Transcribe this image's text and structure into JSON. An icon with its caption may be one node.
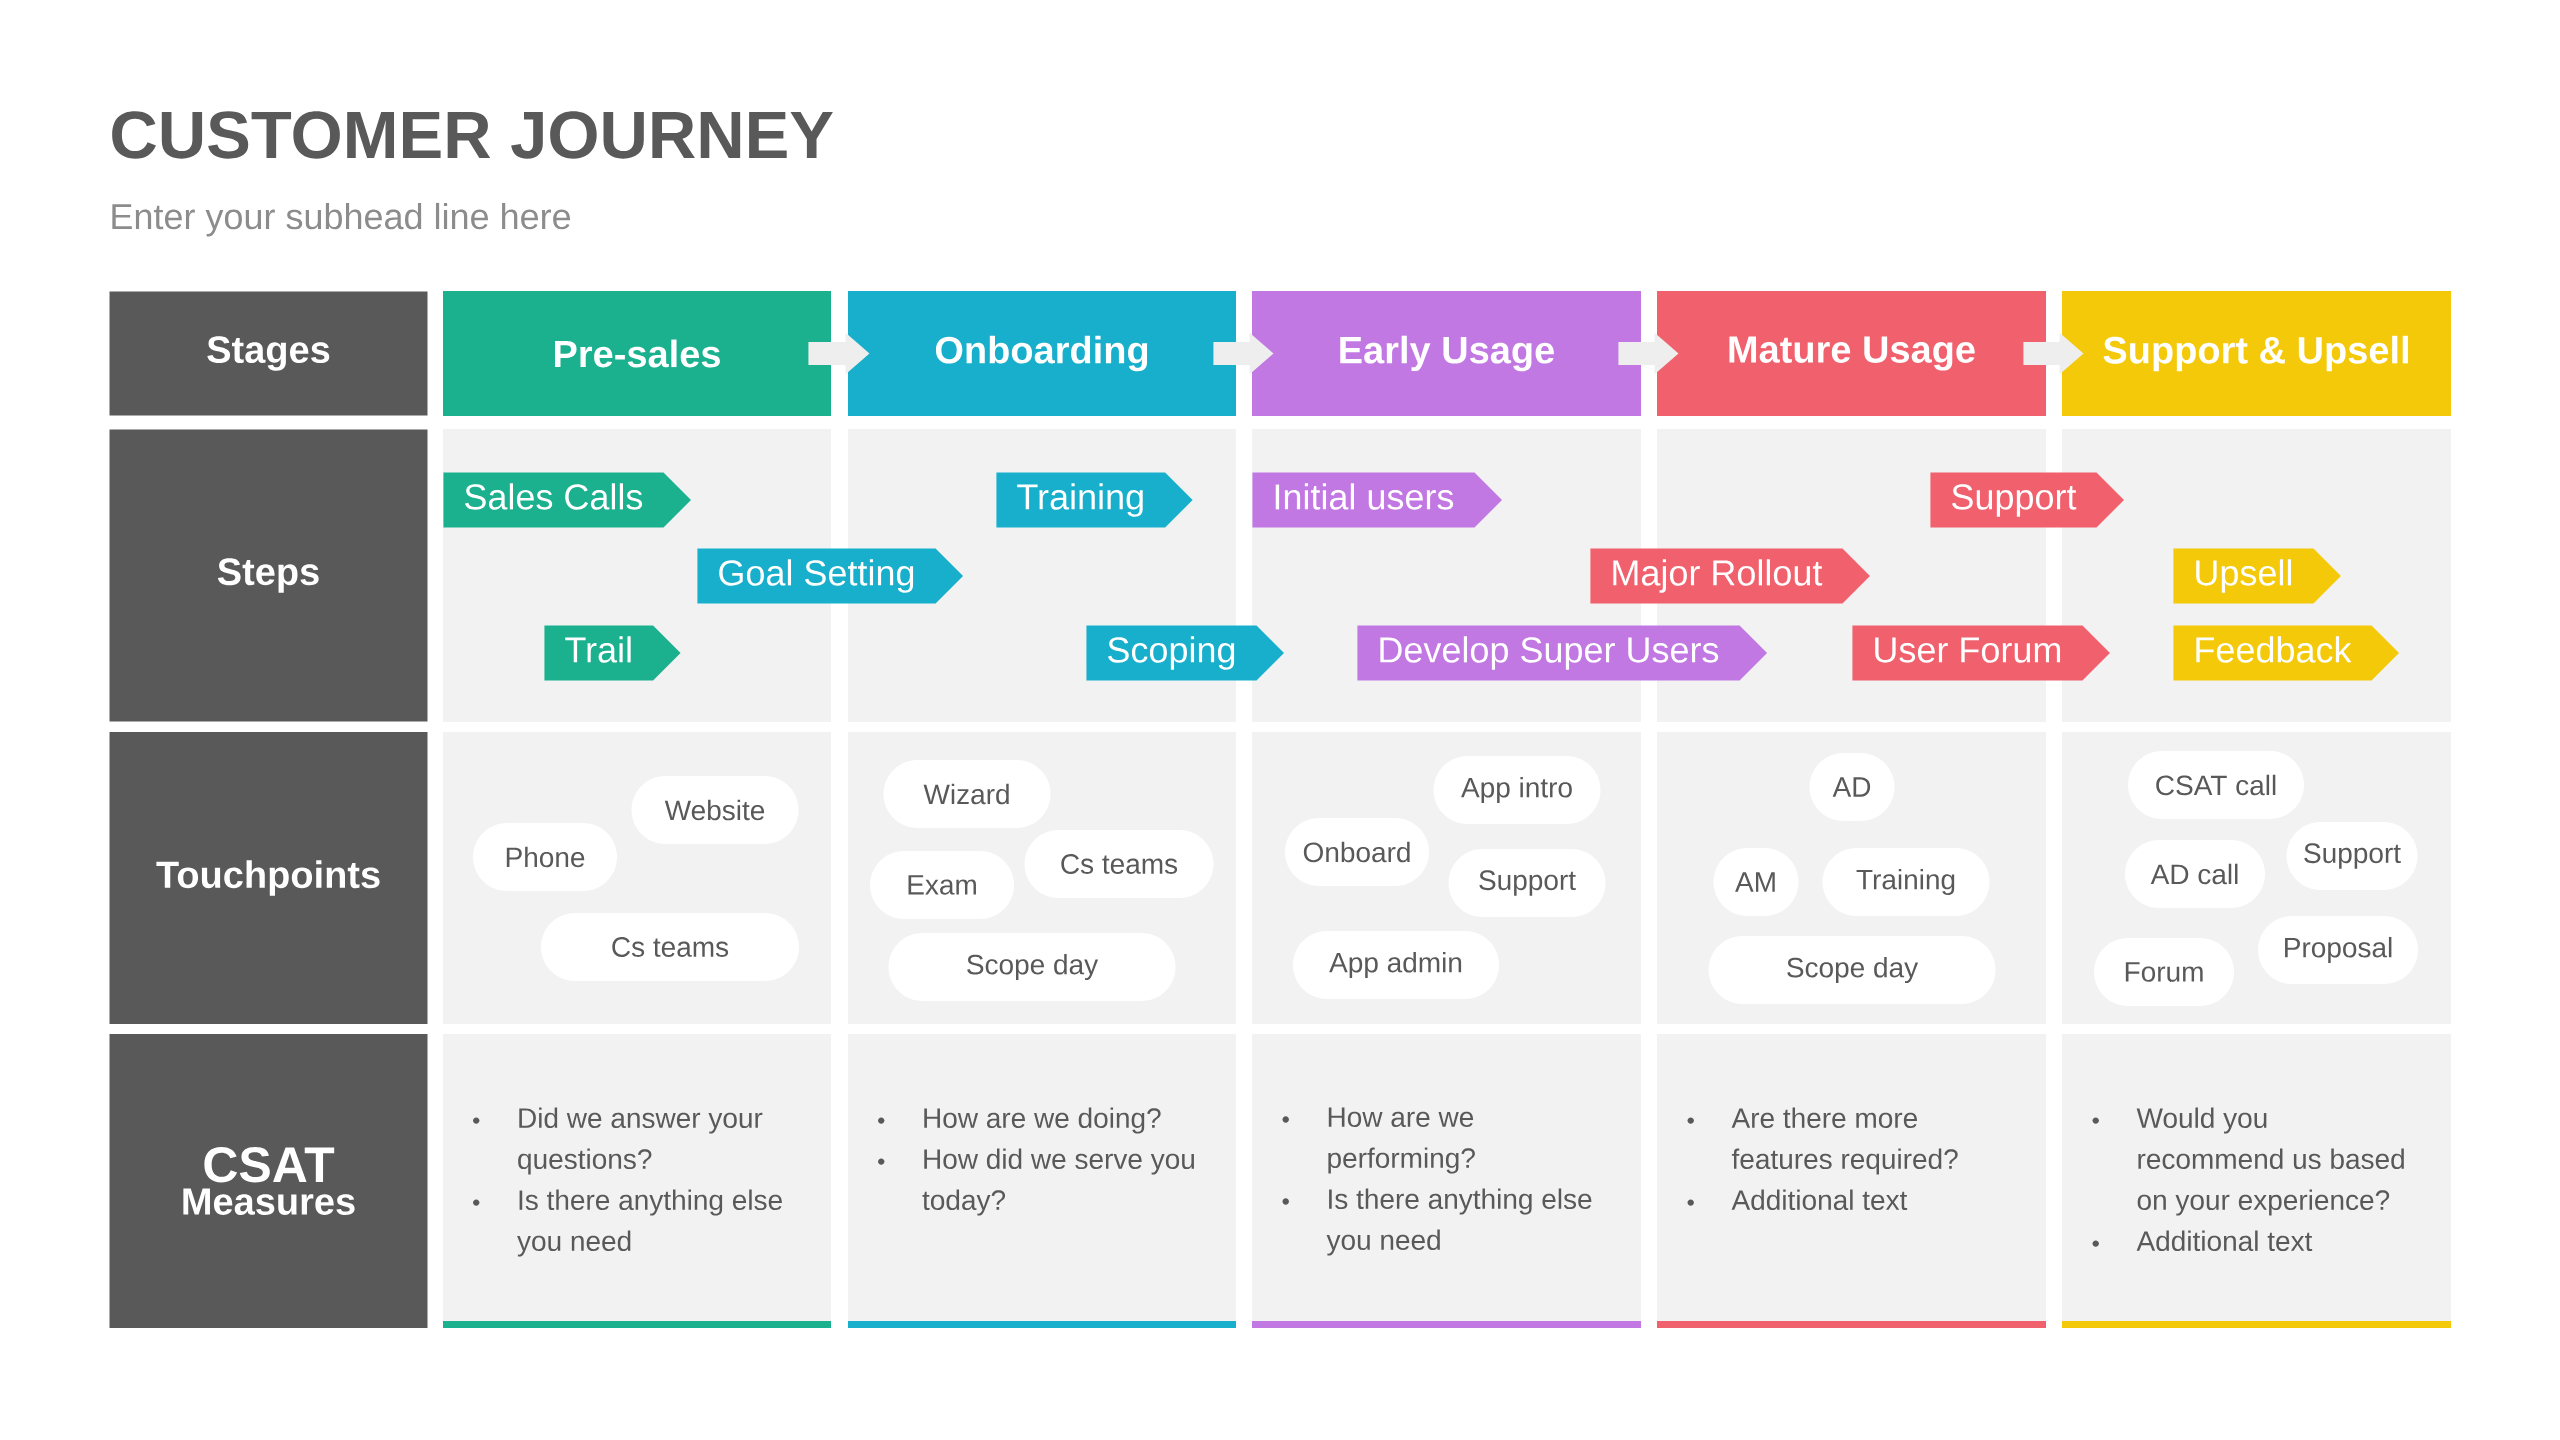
{
  "diagram": {
    "title": "CUSTOMER JOURNEY",
    "nodes": [
      {
        "text": [
          "Stages"
        ]
      },
      {
        "text": [
          "Pre-sales"
        ]
      },
      {
        "text": [
          "Onboarding"
        ]
      },
      {
        "text": [
          "Early Usage"
        ]
      },
      {
        "text": [
          "Mature Usage"
        ]
      },
      {
        "text": [
          "Support & Upsell"
        ]
      },
      {
        "text": [
          "Steps"
        ]
      },
      {
        "text": [
          "Sales Calls"
        ]
      },
      {
        "text": [
          "Training"
        ]
      },
      {
        "text": [
          "Initial users"
        ]
      },
      {
        "text": [
          "Support"
        ]
      },
      {
        "text": [
          "Goal Setting"
        ]
      },
      {
        "text": [
          "Major Rollout"
        ]
      },
      {
        "text": [
          "Upsell"
        ]
      },
      {
        "text": [
          "Trail"
        ]
      },
      {
        "text": [
          "Scoping"
        ]
      },
      {
        "text": [
          "Develop Super Users"
        ]
      },
      {
        "text": [
          "User Forum"
        ]
      },
      {
        "text": [
          "Feedback"
        ]
      },
      {
        "text": [
          "Touchpoints"
        ]
      },
      {
        "text": [
          "Website"
        ]
      },
      {
        "text": [
          "Phone"
        ]
      },
      {
        "text": [
          "Cs teams"
        ]
      },
      {
        "text": [
          "Wizard"
        ]
      },
      {
        "text": [
          "Cs teams"
        ]
      },
      {
        "text": [
          "Exam"
        ]
      },
      {
        "text": [
          "Scope day"
        ]
      },
      {
        "text": [
          "App intro"
        ]
      },
      {
        "text": [
          "Onboard"
        ]
      },
      {
        "text": [
          "Support"
        ]
      },
      {
        "text": [
          "App admin"
        ]
      },
      {
        "text": [
          "AD"
        ]
      },
      {
        "text": [
          "AM"
        ]
      },
      {
        "text": [
          "Training"
        ]
      },
      {
        "text": [
          "Scope day"
        ]
      },
      {
        "text": [
          "CSAT call"
        ]
      },
      {
        "text": [
          "Support"
        ]
      },
      {
        "text": [
          "AD call"
        ]
      },
      {
        "text": [
          "Proposal"
        ]
      },
      {
        "text": [
          "Forum"
        ]
      },
      {
        "text": [
          "CSAT",
          "Measures"
        ]
      },
      {
        "text": [
          "Did we answer your questions?",
          "Is there anything else you need"
        ]
      },
      {
        "text": [
          "How are we doing?",
          "How did we serve you today?"
        ]
      },
      {
        "text": [
          "How are we performing?",
          "Is there anything else you need"
        ]
      },
      {
        "text": [
          "Are there more features required?",
          "Additional text"
        ]
      },
      {
        "text": [
          "Would you recommend us based on your experience?",
          "Additional text"
        ]
      }
    ],
    "edges": [
      {
        "from": 1,
        "to": 2,
        "arrow": "to"
      },
      {
        "from": 2,
        "to": 3,
        "arrow": "to"
      },
      {
        "from": 3,
        "to": 4,
        "arrow": "to"
      },
      {
        "from": 4,
        "to": 5,
        "arrow": "to"
      }
    ],
    "labels": [
      "Enter your subhead line here"
    ]
  }
}
